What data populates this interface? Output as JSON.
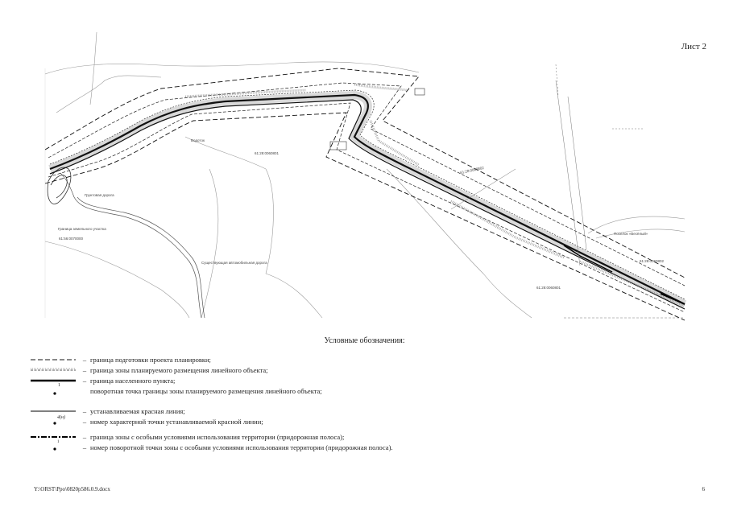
{
  "sheet_label": "Лист 2",
  "map_labels": {
    "cad1": "61:28:0060801",
    "cad2": "61:28:0060802",
    "cad3": "61:28:0060801",
    "cad4": "61:28:0060802",
    "cad5": "61:56:0070000",
    "dirt_road": "Грунтовая дорога",
    "town": "Поселок «Весёлый»",
    "note1": "Граница земельного участка",
    "note2": "Существующая автомобильная дорога",
    "note3": "Водоток"
  },
  "legend": {
    "title": "Условные обозначения:",
    "items": [
      {
        "dash": "–",
        "text": "граница подготовки проекта планировки;"
      },
      {
        "dash": "–",
        "text": "граница зоны планируемого размещения линейного объекта;"
      },
      {
        "dash": "–",
        "text": "граница населенного пункта;"
      },
      {
        "dash": "",
        "text": "поворотная точка границы зоны планируемого размещения линейного объекта;"
      },
      {
        "dash": "–",
        "text": "устанавливаемая красная линия;"
      },
      {
        "dash": "–",
        "text": "номер характерной точки устанавливаемой красной линии;"
      },
      {
        "dash": "–",
        "text": "граница зоны с особыми условиями использования территории (придорожная полоса);"
      },
      {
        "dash": "–",
        "text": "номер поворотной точки зоны с особыми условиями использования территории (придорожная полоса)."
      }
    ],
    "point_marks": {
      "p1": "1",
      "p2": "4(н)",
      "p3": "1"
    }
  },
  "footer": {
    "path": "Y:\\ORST\\Ppo\\0820p586.0.9.docx",
    "page": "6"
  }
}
